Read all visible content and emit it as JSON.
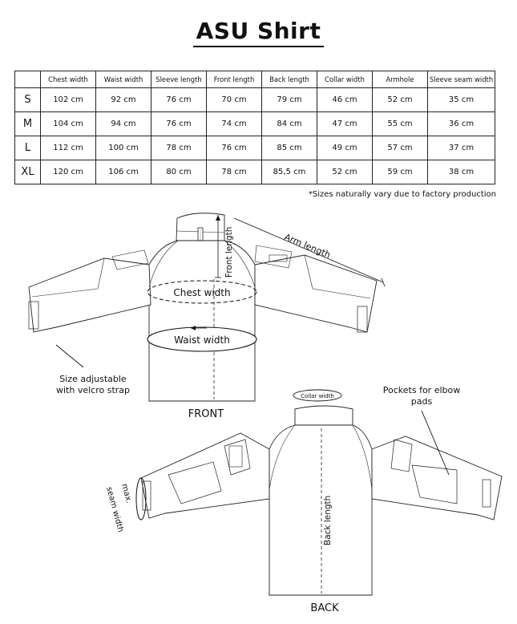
{
  "title": "ASU Shirt",
  "table": {
    "corner": "",
    "headers": [
      "Chest width",
      "Waist width",
      "Sleeve length",
      "Front length",
      "Back length",
      "Collar width",
      "Armhole",
      "Sleeve seam width"
    ],
    "rows": [
      {
        "size": "S",
        "values": [
          "102 cm",
          "92 cm",
          "76 cm",
          "70 cm",
          "79 cm",
          "46 cm",
          "52 cm",
          "35 cm"
        ]
      },
      {
        "size": "M",
        "values": [
          "104 cm",
          "94 cm",
          "76 cm",
          "74 cm",
          "84 cm",
          "47 cm",
          "55 cm",
          "36 cm"
        ]
      },
      {
        "size": "L",
        "values": [
          "112 cm",
          "100 cm",
          "78 cm",
          "76 cm",
          "85 cm",
          "49 cm",
          "57 cm",
          "37 cm"
        ]
      },
      {
        "size": "XL",
        "values": [
          "120 cm",
          "106 cm",
          "80 cm",
          "78 cm",
          "85,5 cm",
          "52 cm",
          "59 cm",
          "38 cm"
        ]
      }
    ]
  },
  "note": "*Sizes naturally vary due to factory production",
  "front": {
    "caption": "FRONT",
    "arm_length": "Arm length",
    "front_length": "Front length",
    "chest_width": "Chest width",
    "waist_width": "Waist width",
    "velcro_line1": "Size adjustable",
    "velcro_line2": "with velcro strap"
  },
  "back": {
    "caption": "BACK",
    "collar_width": "Collar width",
    "back_length": "Back length",
    "seam_line1": "max.",
    "seam_line2": "seam width",
    "pockets_line1": "Pockets for elbow",
    "pockets_line2": "pads"
  }
}
